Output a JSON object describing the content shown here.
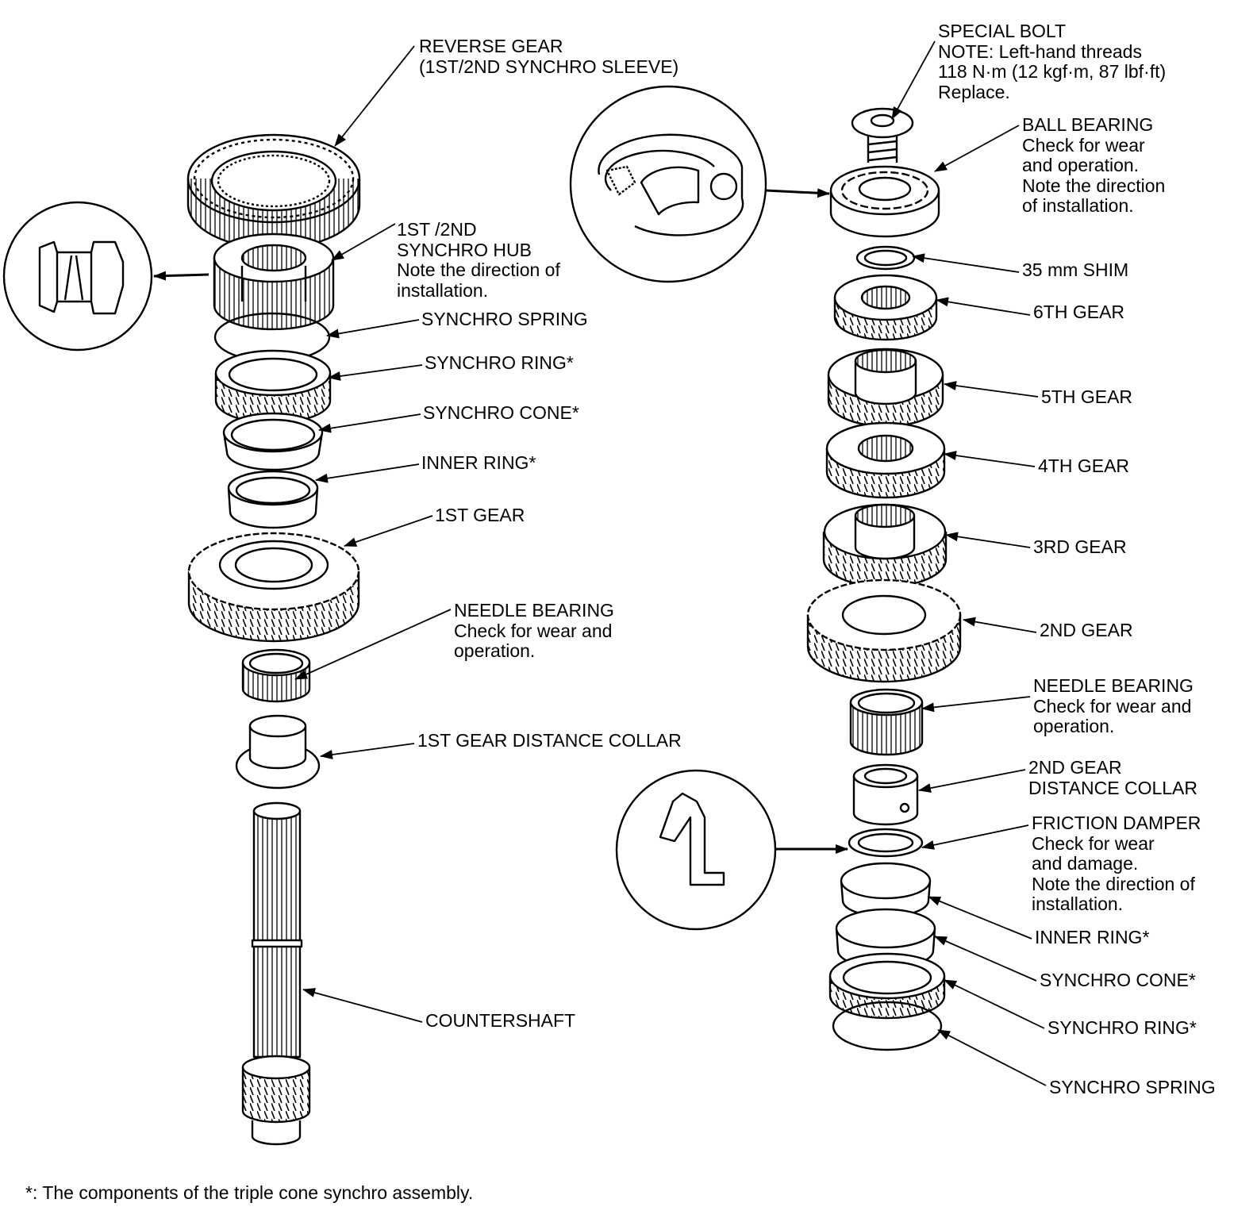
{
  "labels": {
    "reverse_gear": "REVERSE GEAR\n(1ST/2ND SYNCHRO SLEEVE)",
    "synchro_hub": "1ST /2ND\nSYNCHRO HUB\nNote the direction of\ninstallation.",
    "synchro_spring_left": "SYNCHRO SPRING",
    "synchro_ring_left": "SYNCHRO RING*",
    "synchro_cone_left": "SYNCHRO CONE*",
    "inner_ring_left": "INNER RING*",
    "first_gear": "1ST GEAR",
    "needle_bearing_left": "NEEDLE BEARING\nCheck for wear and\noperation.",
    "first_gear_distance_collar": "1ST GEAR DISTANCE COLLAR",
    "countershaft": "COUNTERSHAFT",
    "special_bolt": "SPECIAL BOLT\nNOTE: Left-hand threads\n118 N·m (12 kgf·m, 87 lbf·ft)\nReplace.",
    "ball_bearing": "BALL BEARING\nCheck for wear\nand operation.\nNote the direction\nof installation.",
    "shim": "35 mm SHIM",
    "sixth_gear": "6TH GEAR",
    "fifth_gear": "5TH GEAR",
    "fourth_gear": "4TH GEAR",
    "third_gear": "3RD GEAR",
    "second_gear": "2ND GEAR",
    "needle_bearing_right": "NEEDLE BEARING\nCheck for wear and\noperation.",
    "second_gear_distance_collar": "2ND GEAR\nDISTANCE COLLAR",
    "friction_damper": "FRICTION DAMPER\nCheck for wear\nand damage.\nNote the direction of\ninstallation.",
    "inner_ring_right": "INNER RING*",
    "synchro_cone_right": "SYNCHRO CONE*",
    "synchro_ring_right": "SYNCHRO RING*",
    "synchro_spring_right": "SYNCHRO SPRING"
  },
  "footnote": "*: The components of the triple cone synchro assembly."
}
